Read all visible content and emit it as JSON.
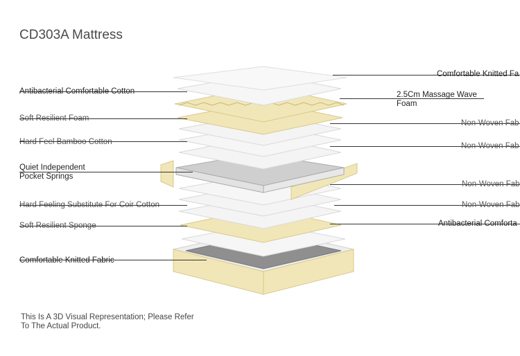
{
  "title": "CD303A Mattress",
  "left_labels": [
    {
      "text": "Antibacterial Comfortable Cotton"
    },
    {
      "text": "Soft Resilient Foam"
    },
    {
      "text": "Hard Feel Bamboo Cotton"
    },
    {
      "text": "Quiet Independent\nPocket Springs"
    },
    {
      "text": "Hard Feeling Substitute For Coir Cotton"
    },
    {
      "text": "Soft Resilient Sponge"
    },
    {
      "text": "Comfortable Knitted Fabric"
    }
  ],
  "right_labels": [
    {
      "text": "Comfortable Knitted Fa"
    },
    {
      "text": "2.5Cm Massage Wave\nFoam"
    },
    {
      "text": "Non-Woven Fab"
    },
    {
      "text": "Non-Woven Fab"
    },
    {
      "text": "Non-Woven Fab"
    },
    {
      "text": "Non-Woven Fab"
    },
    {
      "text": "Antibacterial Comforta"
    }
  ],
  "note": "This Is A 3D Visual Representation; Please Refer To The Actual Product.",
  "colors": {
    "cream": "#f1e6b8",
    "cream_edge": "#d8c98a",
    "white_layer": "#f4f4f4",
    "layer_edge": "#d9d9d9",
    "spring": "#cfcfcf"
  }
}
